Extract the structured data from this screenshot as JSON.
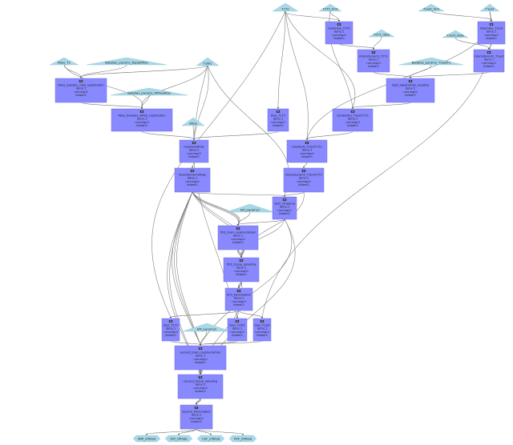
{
  "inputs": {
    "T1T2": "T1T2",
    "T2T2_hint": "T2T2_hint",
    "T1_ext_hint": "T1ext_hint",
    "T1_ext": "T1ext",
    "T2T2_data": "T2T2_data",
    "T1ext_data": "T1ext_data",
    "atlas_T1": "Atlas_T1",
    "balatlas_params_rigid": "Balatlas_params_Rigidaffine",
    "T1W1": "T1W1",
    "balatlas_params_t1ext": "Balatlas_params_T1extT2",
    "balatlas_params_affine": "Balatlas_params_AffineAtlas",
    "atlas": "Atlas",
    "em_params1": "EM_params1",
    "em_params2": "EM_params2"
  },
  "tasks": {
    "resample_t2": {
      "name": "resample_T2T2",
      "done": "done:1",
      "running": "running:0",
      "failed": "failed:0"
    },
    "resample_t1ext": {
      "name": "resample_T1ext",
      "done": "done:1",
      "running": "running:0",
      "failed": "failed:0"
    },
    "intensitynorm_t2": {
      "name": "intensitynorm_T2T2",
      "done": "done:1",
      "running": "running:0",
      "failed": "failed:0"
    },
    "intensitynorm_t1ext": {
      "name": "intensitynorm_T1ext",
      "done": "done:1",
      "running": "running:0",
      "failed": "failed:0"
    },
    "atlas_rigid": {
      "name": "Atlas_balatlas_rigid_registration",
      "done": "done:1",
      "running": "running:0",
      "failed": "failed:0"
    },
    "rigid_registration": {
      "name": "rigid_registration_balatlas",
      "done": "done:1",
      "running": "running:0",
      "failed": "failed:0"
    },
    "atlas_affine": {
      "name": "Atlas_balatlas_affine_registration",
      "done": "done:1",
      "running": "running:0",
      "failed": "failed:0"
    },
    "bias_t1t2": {
      "name": "bias_T1T2",
      "done": "done:1",
      "running": "running:0",
      "failed": "failed:0"
    },
    "composite": {
      "name": "composite_T1ExtT1T2",
      "done": "done:1",
      "running": "running:0",
      "failed": "failed:0"
    },
    "resample_atlas": {
      "name": "resampleAtlas",
      "done": "done:1",
      "running": "running:0",
      "failed": "failed:0"
    },
    "resample_t1_ext": {
      "name": "resample_T1ExtT1T2",
      "done": "done:1",
      "running": "running:0",
      "failed": "failed:0"
    },
    "intensitynorm_atlas": {
      "name": "intensitynormAtlas",
      "done": "done:1",
      "running": "running:0",
      "failed": "failed:0"
    },
    "intensitynorm_t1_ext": {
      "name": "intensitynorm_T1ExtT1T2",
      "done": "done:1",
      "running": "running:0",
      "failed": "failed:0"
    },
    "skull_stripping": {
      "name": "skull_stripping",
      "done": "done:1",
      "running": "running:0",
      "failed": "failed:0"
    },
    "first_brain_seg": {
      "name": "first_brain_segmentation",
      "done": "done:1",
      "running": "running:0",
      "failed": "failed:0"
    },
    "first_tissue": {
      "name": "first_tissue_labelling",
      "done": "done:1",
      "running": "running:0",
      "failed": "failed:0"
    },
    "first_binarisation": {
      "name": "first_binarisation",
      "done": "done:1",
      "running": "running:0",
      "failed": "failed:0"
    },
    "bias_t1t2_b": {
      "name": "bias_T1T2",
      "done": "done:1",
      "running": "running:0",
      "failed": "failed:0"
    },
    "bias_t1w1": {
      "name": "bias_T1W1",
      "done": "done:1",
      "running": "running:0",
      "failed": "failed:0"
    },
    "bias_t1ext": {
      "name": "bias_T1ext",
      "done": "done:1",
      "running": "running:0",
      "failed": "failed:0"
    },
    "second_brain_seg": {
      "name": "second_brain_segmentation",
      "done": "done:1",
      "running": "running:0",
      "failed": "failed:0"
    },
    "second_tissue": {
      "name": "second_tissue_labelling",
      "done": "done:1",
      "running": "running:0",
      "failed": "failed:0"
    },
    "second_binarisation": {
      "name": "second_binarisation",
      "done": "done:1",
      "running": "running:0",
      "failed": "failed:0"
    }
  },
  "outputs": {
    "wm": "WM_niftilab",
    "gm": "GM_niftilab",
    "csf": "CSF_niftilab",
    "pvf": "PVF_niftilab"
  },
  "colors": {
    "task": "#8888ff",
    "input": "#a8d8e8",
    "edge": "#777777"
  },
  "icons": {
    "task": "gear-icon"
  }
}
